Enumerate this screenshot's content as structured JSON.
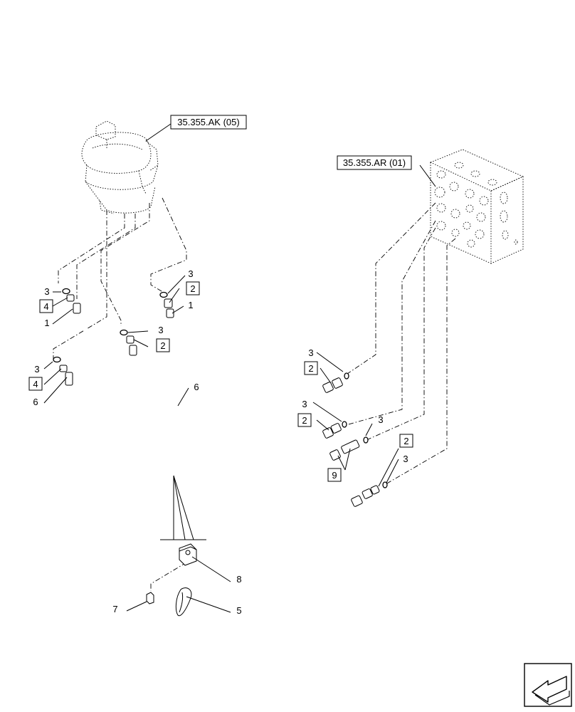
{
  "references": {
    "joystick_ref": "35.355.AK (05)",
    "valve_ref": "35.355.AR (01)"
  },
  "callouts": [
    {
      "id": "c3a",
      "text": "3",
      "boxed": false
    },
    {
      "id": "c4a",
      "text": "4",
      "boxed": true
    },
    {
      "id": "c1a",
      "text": "1",
      "boxed": false
    },
    {
      "id": "c3b",
      "text": "3",
      "boxed": false
    },
    {
      "id": "c4b",
      "text": "4",
      "boxed": true
    },
    {
      "id": "c6a",
      "text": "6",
      "boxed": false
    },
    {
      "id": "c3c",
      "text": "3",
      "boxed": false
    },
    {
      "id": "c2a",
      "text": "2",
      "boxed": true
    },
    {
      "id": "c1b",
      "text": "1",
      "boxed": false
    },
    {
      "id": "c3d",
      "text": "3",
      "boxed": false
    },
    {
      "id": "c2b",
      "text": "2",
      "boxed": true
    },
    {
      "id": "c6b",
      "text": "6",
      "boxed": false
    },
    {
      "id": "c3e",
      "text": "3",
      "boxed": false
    },
    {
      "id": "c2c",
      "text": "2",
      "boxed": true
    },
    {
      "id": "c3f",
      "text": "3",
      "boxed": false
    },
    {
      "id": "c2d",
      "text": "2",
      "boxed": true
    },
    {
      "id": "c3g",
      "text": "3",
      "boxed": false
    },
    {
      "id": "c9",
      "text": "9",
      "boxed": true
    },
    {
      "id": "c2e",
      "text": "2",
      "boxed": true
    },
    {
      "id": "c3h",
      "text": "3",
      "boxed": false
    },
    {
      "id": "c8",
      "text": "8",
      "boxed": false
    },
    {
      "id": "c7",
      "text": "7",
      "boxed": false
    },
    {
      "id": "c5",
      "text": "5",
      "boxed": false
    }
  ],
  "icons": {
    "navigation": "next-arrow-icon"
  }
}
